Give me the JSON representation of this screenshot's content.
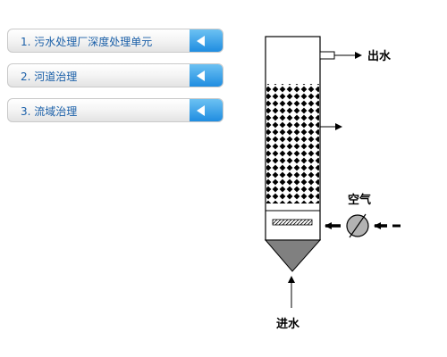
{
  "menu": {
    "items": [
      {
        "label": "1. 污水处理厂深度处理单元"
      },
      {
        "label": "2. 河道治理"
      },
      {
        "label": "3. 流域治理"
      }
    ],
    "accent_color": "#1c8be0"
  },
  "diagram": {
    "outlet_label": "出水",
    "inlet_label": "进水",
    "air_label": "空气"
  }
}
